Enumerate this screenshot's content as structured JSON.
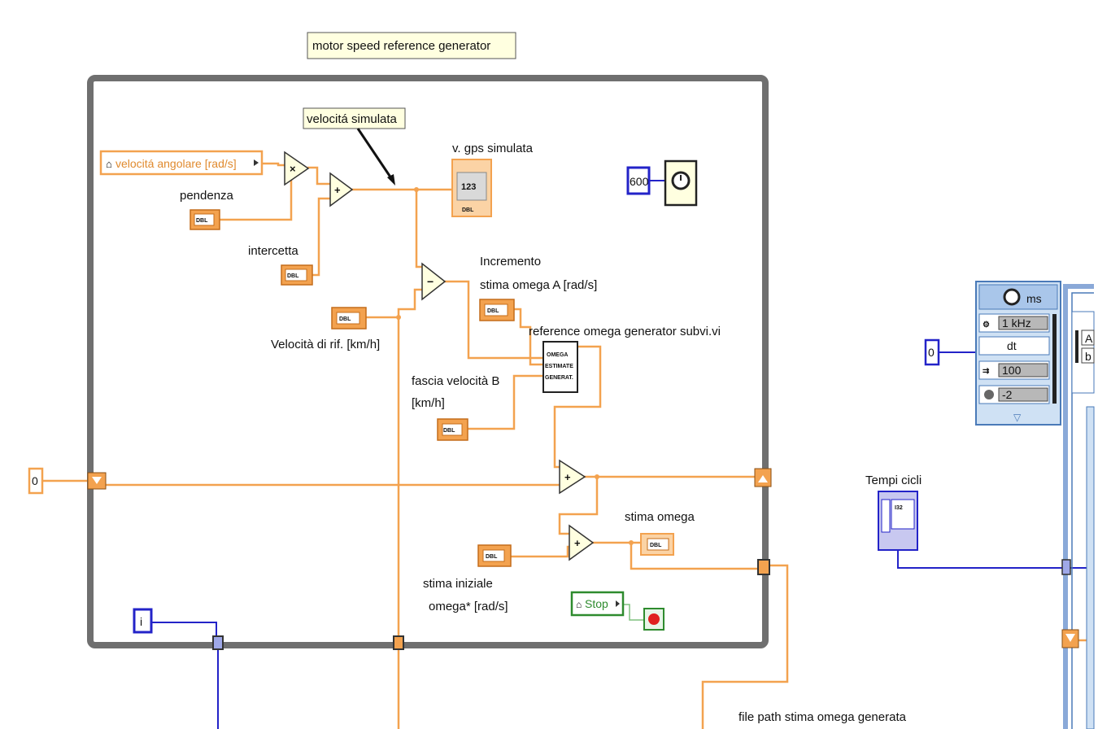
{
  "diagram": {
    "comments": {
      "title": "motor speed reference generator",
      "simulated_speed": "velocitá simulata"
    },
    "controls": {
      "angular_velocity": "velocitá angolare [rad/s]",
      "stop": "Stop"
    },
    "labels": {
      "slope": "pendenza",
      "intercept": "intercetta",
      "gps_sim": "v. gps simulata",
      "increment_line1": "Incremento",
      "increment_line2": "stima omega A [rad/s]",
      "subvi_name": "reference omega generator subvi.vi",
      "ref_speed": "Velocità di rif. [km/h]",
      "speed_band_line1": "fascia velocità B",
      "speed_band_line2": "[km/h]",
      "omega_estimate": "stima omega",
      "initial_est_line1": "stima iniziale",
      "initial_est_line2": "omega* [rad/s]",
      "cycle_times": "Tempi cicli",
      "file_path": "file path stima omega generata"
    },
    "subvi_icon": {
      "line1": "OMEGA",
      "line2": "ESTIMATE",
      "line3": "GENERAT."
    },
    "constants": {
      "wait_ms": "600",
      "shift_init": "0",
      "timed_loop_zero": "0",
      "dbl": "DBL",
      "num_123": "123",
      "i32": "I32"
    },
    "timed_loop_config": {
      "unit": "ms",
      "source": "1 kHz",
      "dt": "dt",
      "period": "100",
      "priority": "-2"
    },
    "misc": {
      "iteration": "i",
      "truncated_a": "A",
      "truncated_b": "b"
    },
    "colors": {
      "float_wire": "#f3a24f",
      "int_wire": "#2323c8",
      "bool_wire": "#2e8b2e",
      "loop_border": "#6f6f6f",
      "comment_bg": "#ffffe0",
      "timed_loop_bg": "#cfe1f4"
    }
  }
}
